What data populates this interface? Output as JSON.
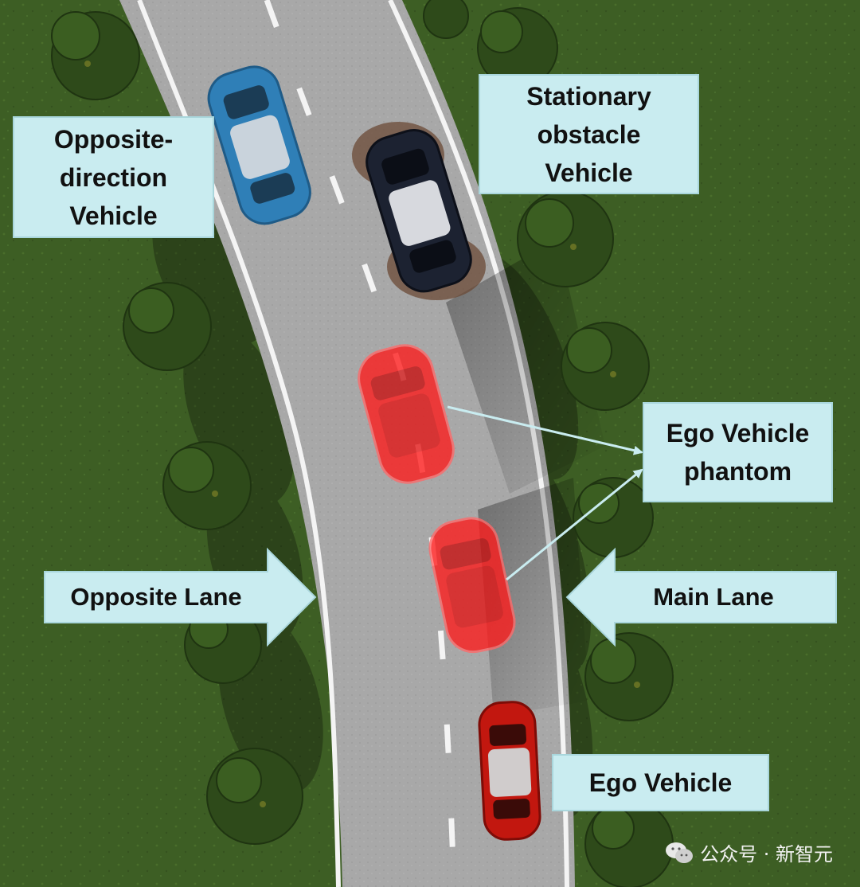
{
  "labels": {
    "opposite_direction_vehicle": "Opposite-\ndirection\nVehicle",
    "stationary_obstacle_vehicle": "Stationary\nobstacle\nVehicle",
    "ego_vehicle_phantom": "Ego Vehicle\nphantom",
    "opposite_lane": "Opposite Lane",
    "main_lane": "Main Lane",
    "ego_vehicle": "Ego Vehicle"
  },
  "watermark": {
    "text": "公众号 · 新智元",
    "icon": "wechat-icon"
  },
  "colors": {
    "grass": "#3d5e24",
    "road": "#a7a7a7",
    "label_fill": "#c9ecf0",
    "phantom": "#ff1a1a",
    "ego": "#c2170f",
    "opposite_vehicle": "#2f7fb7",
    "obstacle_vehicle": "#1c2231"
  }
}
